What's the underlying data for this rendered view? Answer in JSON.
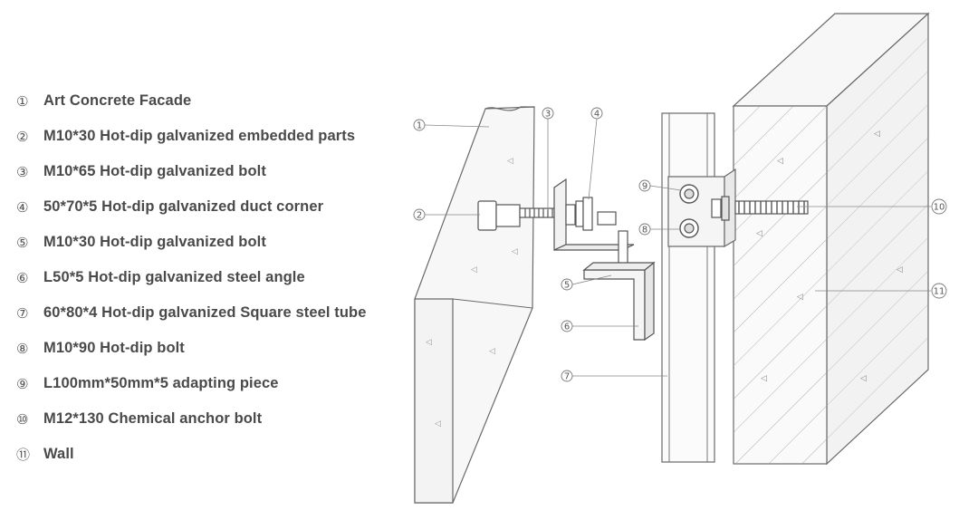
{
  "legend": {
    "items": [
      {
        "num": "①",
        "text": "Art Concrete Facade"
      },
      {
        "num": "②",
        "text": "M10*30 Hot-dip galvanized embedded parts"
      },
      {
        "num": "③",
        "text": "M10*65 Hot-dip galvanized bolt"
      },
      {
        "num": "④",
        "text": "50*70*5 Hot-dip galvanized duct corner"
      },
      {
        "num": "⑤",
        "text": "M10*30 Hot-dip galvanized bolt"
      },
      {
        "num": "⑥",
        "text": "L50*5 Hot-dip galvanized steel angle"
      },
      {
        "num": "⑦",
        "text": "60*80*4 Hot-dip galvanized Square steel tube"
      },
      {
        "num": "⑧",
        "text": "M10*90 Hot-dip bolt"
      },
      {
        "num": "⑨",
        "text": "L100mm*50mm*5 adapting piece"
      },
      {
        "num": "⑩",
        "text": "M12*130 Chemical anchor bolt"
      },
      {
        "num": "⑪",
        "text": "Wall"
      }
    ]
  },
  "callouts": [
    "1",
    "2",
    "3",
    "4",
    "5",
    "6",
    "7",
    "8",
    "9",
    "10",
    "11"
  ],
  "colors": {
    "line": "#6a6a6a",
    "fill": "#f4f4f4",
    "text": "#4a4a4a"
  }
}
